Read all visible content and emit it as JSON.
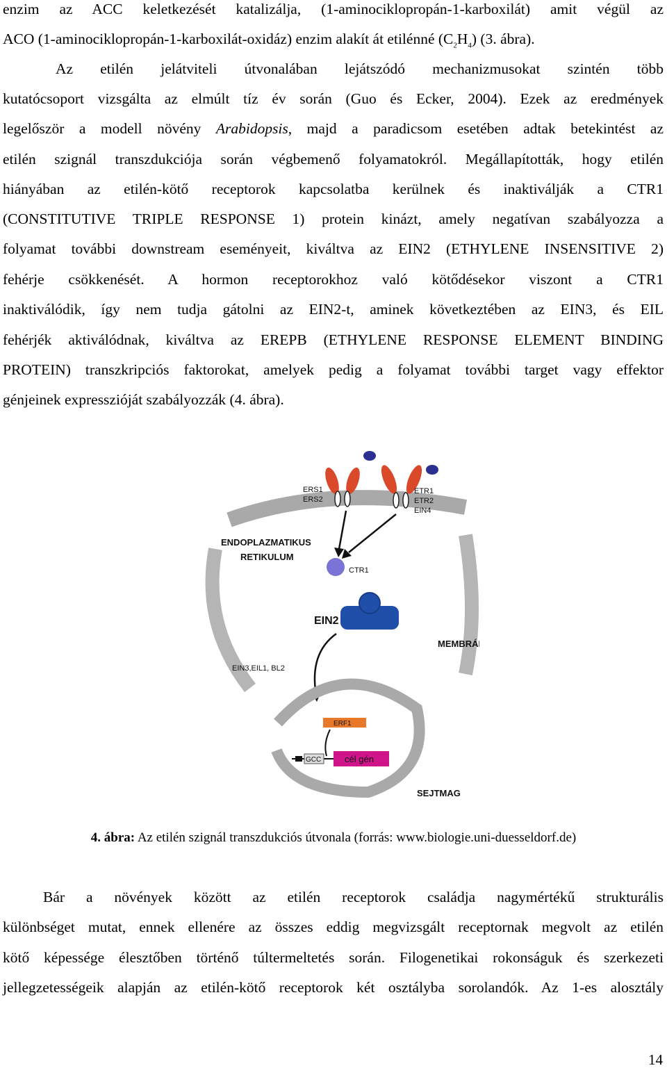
{
  "paragraph1": {
    "lines": [
      "enzim az ACC keletkezését katalizálja, (1-aminociklopropán-1-karboxilát) amit végül az",
      "ACO (1-aminociklopropán-1-karboxilát-oxidáz) enzim alakít át etilénné (C₂H₄) (3. ábra).",
      "Az etilén jelátviteli útvonalában lejátszódó mechanizmusokat szintén több",
      "kutatócsoport vizsgálta az elmúlt tíz év során (Guo és Ecker, 2004). Ezek az eredmények",
      "legelőször a modell növény Arabidopsis, majd a paradicsom esetében adtak betekintést az",
      "etilén szignál transzdukciója során végbemenő folyamatokról. Megállapították, hogy etilén",
      "hiányában az etilén-kötő receptorok kapcsolatba kerülnek és inaktiválják a CTR1",
      "(CONSTITUTIVE TRIPLE RESPONSE 1) protein kinázt, amely negatívan szabályozza a",
      "folyamat további downstream eseményeit, kiváltva az EIN2 (ETHYLENE INSENSITIVE 2)",
      "fehérje csökkenését. A hormon receptorokhoz való kötődésekor viszont a CTR1",
      "inaktiválódik, így nem tudja gátolni az EIN2-t, aminek következtében az EIN3, és EIL",
      "fehérjék aktiválódnak, kiváltva az EREPB (ETHYLENE RESPONSE ELEMENT BINDING",
      "PROTEIN) transzkripciós faktorokat, amelyek pedig a folyamat további target vagy effektor",
      "génjeinek expresszióját szabályozzák (4. ábra)."
    ]
  },
  "figure": {
    "labels": {
      "ers": [
        "ERS1",
        "ERS2"
      ],
      "etr": [
        "ETR1",
        "ETR2",
        "EIN4"
      ],
      "er": [
        "ENDOPLAZMATIKUS",
        "RETIKULUM"
      ],
      "ctr1": "CTR1",
      "ein2": "EIN2",
      "membran": "MEMBRÁN",
      "ein3": "EIN3,EIL1, BL2",
      "erf1": "ERF1",
      "gcc": "GCC",
      "celgen": "cél gén",
      "sejtmag": "SEJTMAG"
    }
  },
  "caption": {
    "number": "4. ábra:",
    "text": "Az etilén szignál transzdukciós útvonala (forrás: www.biologie.uni-duesseldorf.de)"
  },
  "paragraph2": {
    "lines": [
      "Bár a növények között az etilén receptorok családja nagymértékű strukturális",
      "különbséget mutat, ennek ellenére az összes eddig megvizsgált receptornak megvolt az etilén",
      "kötő képessége élesztőben történő túltermeltetés során. Filogenetikai rokonságuk és szerkezeti",
      "jellegzetességeik alapján az etilén-kötő receptorok két osztályba sorolandók. Az 1-es alosztály"
    ]
  },
  "page_number": "14",
  "colors": {
    "receptor_red": "#d9492a",
    "receptor_blue": "#2b2f8f",
    "ctr1_purple": "#7b74d6",
    "ein2_blue": "#1f4fa8",
    "membrane_gray": "#a9a9a9",
    "erf1_orange": "#e8782a",
    "celgen_magenta": "#d0148a"
  }
}
